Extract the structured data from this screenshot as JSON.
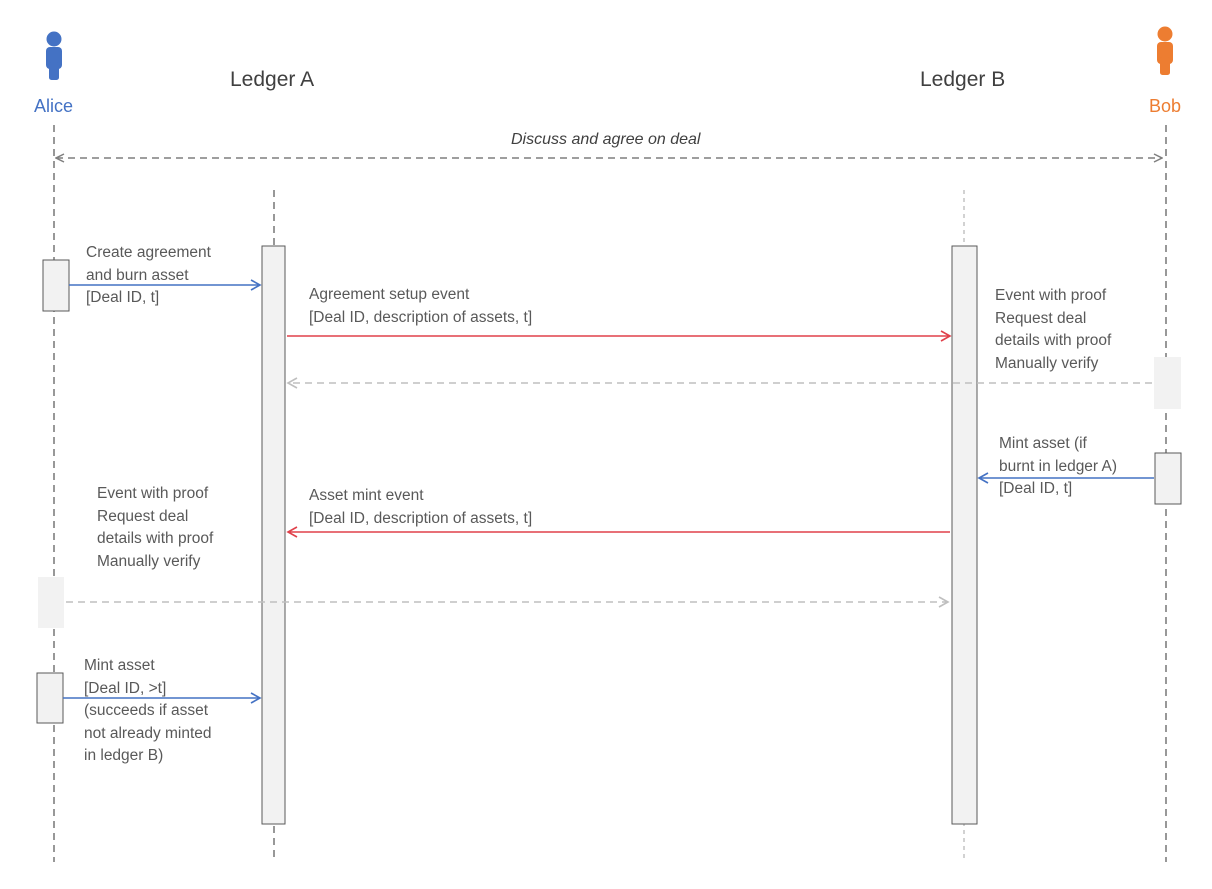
{
  "colors": {
    "alice": "#4472C4",
    "bob": "#ED7D31",
    "line_gray": "#7F7F7F",
    "arrow_red": "#E0404A",
    "arrow_blue": "#4472C4",
    "arrow_light": "#BFBFBF",
    "activation_fill": "#F2F2F2"
  },
  "actors": {
    "alice": {
      "label": "Alice",
      "icon": "person-icon"
    },
    "bob": {
      "label": "Bob",
      "icon": "person-icon"
    }
  },
  "ledgers": {
    "a": {
      "label": "Ledger A"
    },
    "b": {
      "label": "Ledger B"
    }
  },
  "deal_message": "Discuss and agree on deal",
  "messages": {
    "create_agreement": {
      "lines": [
        "Create agreement",
        "and burn asset",
        "[Deal ID, t]"
      ]
    },
    "setup_event": {
      "lines": [
        "Agreement setup event",
        "[Deal ID, description of assets, t]"
      ]
    },
    "bob_verify": {
      "lines": [
        "Event with proof",
        "Request deal",
        "details with proof",
        "Manually verify"
      ]
    },
    "bob_mint": {
      "lines": [
        "Mint asset (if",
        "burnt in ledger A)",
        "[Deal ID, t]"
      ]
    },
    "mint_event": {
      "lines": [
        "Asset mint event",
        "[Deal ID, description of assets, t]"
      ]
    },
    "alice_verify": {
      "lines": [
        "Event with proof",
        "Request deal",
        "details with proof",
        "Manually verify"
      ]
    },
    "alice_mint": {
      "lines": [
        "Mint asset",
        "[Deal ID, >t]",
        "(succeeds if asset",
        "not already minted",
        "in ledger B)"
      ]
    }
  }
}
